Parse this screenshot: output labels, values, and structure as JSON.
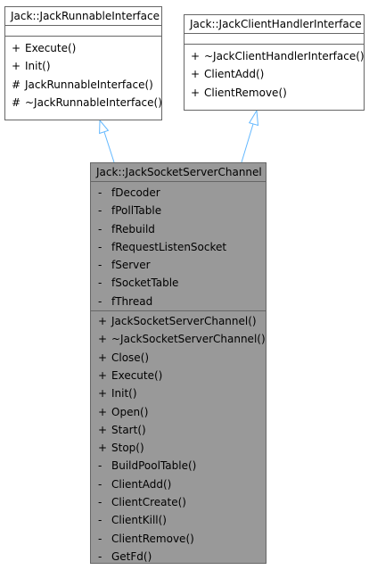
{
  "classes": {
    "runnable": {
      "title": "Jack::JackRunnableInterface",
      "operations": [
        {
          "vis": "+",
          "name": "Execute()"
        },
        {
          "vis": "+",
          "name": "Init()"
        },
        {
          "vis": "#",
          "name": "JackRunnableInterface()"
        },
        {
          "vis": "#",
          "name": "~JackRunnableInterface()"
        }
      ]
    },
    "handler": {
      "title": "Jack::JackClientHandlerInterface",
      "operations": [
        {
          "vis": "+",
          "name": "~JackClientHandlerInterface()"
        },
        {
          "vis": "+",
          "name": "ClientAdd()"
        },
        {
          "vis": "+",
          "name": "ClientRemove()"
        }
      ]
    },
    "channel": {
      "title": "Jack::JackSocketServerChannel",
      "attributes": [
        {
          "vis": "-",
          "name": "fDecoder"
        },
        {
          "vis": "-",
          "name": "fPollTable"
        },
        {
          "vis": "-",
          "name": "fRebuild"
        },
        {
          "vis": "-",
          "name": "fRequestListenSocket"
        },
        {
          "vis": "-",
          "name": "fServer"
        },
        {
          "vis": "-",
          "name": "fSocketTable"
        },
        {
          "vis": "-",
          "name": "fThread"
        }
      ],
      "operations": [
        {
          "vis": "+",
          "name": "JackSocketServerChannel()"
        },
        {
          "vis": "+",
          "name": "~JackSocketServerChannel()"
        },
        {
          "vis": "+",
          "name": "Close()"
        },
        {
          "vis": "+",
          "name": "Execute()"
        },
        {
          "vis": "+",
          "name": "Init()"
        },
        {
          "vis": "+",
          "name": "Open()"
        },
        {
          "vis": "+",
          "name": "Start()"
        },
        {
          "vis": "+",
          "name": "Stop()"
        },
        {
          "vis": "-",
          "name": "BuildPoolTable()"
        },
        {
          "vis": "-",
          "name": "ClientAdd()"
        },
        {
          "vis": "-",
          "name": "ClientCreate()"
        },
        {
          "vis": "-",
          "name": "ClientKill()"
        },
        {
          "vis": "-",
          "name": "ClientRemove()"
        },
        {
          "vis": "-",
          "name": "GetFd()"
        }
      ]
    }
  },
  "colors": {
    "focus_fill": "#999999",
    "border": "#666666",
    "arrow": "#63b8ff"
  }
}
